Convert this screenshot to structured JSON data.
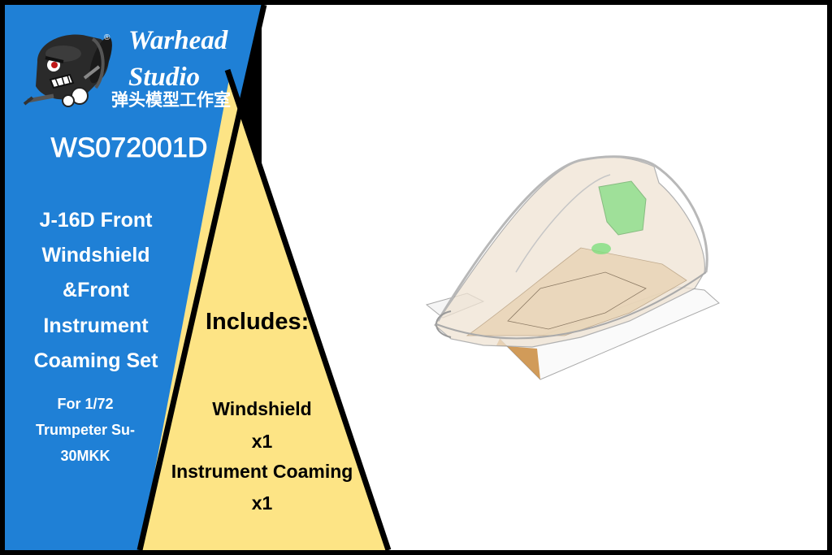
{
  "colors": {
    "left_panel": "#1f80d6",
    "yellow_panel": "#fde485",
    "right_panel": "#ffffff",
    "border": "#000000"
  },
  "brand": {
    "line1": "Warhead",
    "line2": "Studio",
    "chinese": "弹头模型工作室",
    "registered": "®",
    "mascot_icon": "bomb-mascot-icon"
  },
  "product": {
    "code": "WS072001D",
    "title_lines": [
      "J-16D Front",
      "Windshield",
      "&Front",
      "Instrument",
      "Coaming Set"
    ],
    "compat_lines": [
      "For 1/72",
      "Trumpeter Su-",
      "30MKK"
    ]
  },
  "includes": {
    "heading": "Includes:",
    "lines": [
      "Windshield",
      "x1",
      "Instrument Coaming",
      "x1"
    ]
  },
  "render": {
    "icon": "windshield-render-icon"
  }
}
